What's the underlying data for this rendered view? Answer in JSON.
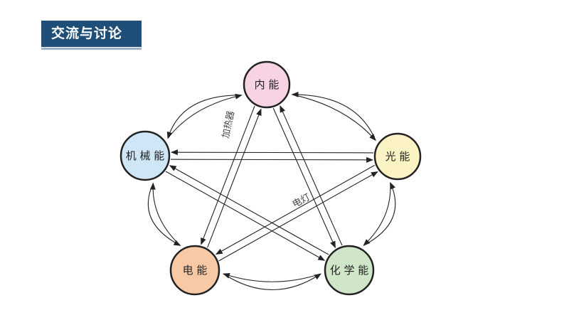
{
  "header": {
    "title": "交流与讨论",
    "banner_color": "#1f4e79"
  },
  "diagram": {
    "nodes": [
      {
        "id": "internal",
        "label": "内 能",
        "fill": "#f7d3e3"
      },
      {
        "id": "light",
        "label": "光 能",
        "fill": "#fbf3c4"
      },
      {
        "id": "chemical",
        "label": "化 学 能",
        "fill": "#cfe6c8"
      },
      {
        "id": "electric",
        "label": "电 能",
        "fill": "#f8c9a5"
      },
      {
        "id": "mechanical",
        "label": "机 械 能",
        "fill": "#cfe6f6"
      }
    ],
    "arrow_labels": {
      "heater": "加热器",
      "lamp": "电灯"
    },
    "edges": [
      {
        "from": "electric",
        "to": "internal",
        "label": "heater"
      },
      {
        "from": "internal",
        "to": "electric"
      },
      {
        "from": "electric",
        "to": "light",
        "label": "lamp"
      },
      {
        "from": "light",
        "to": "electric"
      },
      {
        "from": "mechanical",
        "to": "light"
      },
      {
        "from": "light",
        "to": "mechanical"
      },
      {
        "from": "mechanical",
        "to": "chemical"
      },
      {
        "from": "chemical",
        "to": "mechanical"
      },
      {
        "from": "internal",
        "to": "chemical"
      },
      {
        "from": "chemical",
        "to": "internal"
      },
      {
        "from": "internal",
        "to": "mechanical"
      },
      {
        "from": "mechanical",
        "to": "internal"
      },
      {
        "from": "internal",
        "to": "light"
      },
      {
        "from": "light",
        "to": "internal"
      },
      {
        "from": "light",
        "to": "chemical"
      },
      {
        "from": "chemical",
        "to": "light"
      },
      {
        "from": "electric",
        "to": "chemical"
      },
      {
        "from": "chemical",
        "to": "electric"
      },
      {
        "from": "mechanical",
        "to": "electric"
      },
      {
        "from": "electric",
        "to": "mechanical"
      }
    ]
  }
}
